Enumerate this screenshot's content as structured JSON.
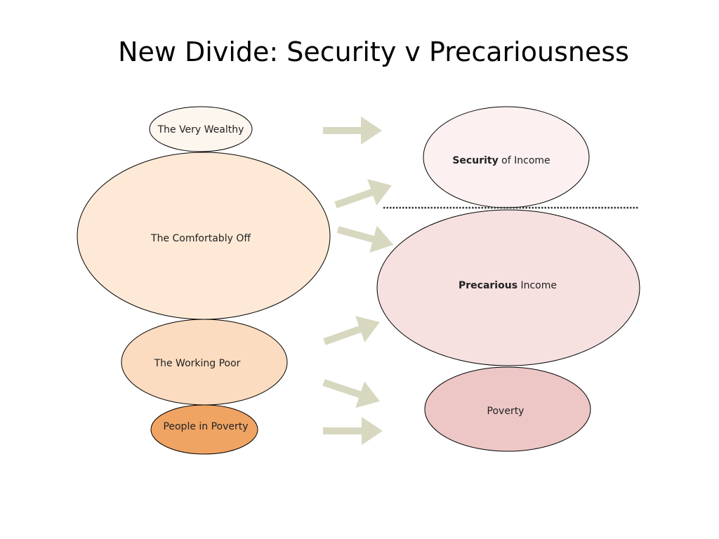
{
  "title": "New Divide: Security v Precariousness",
  "colors": {
    "very_wealthy": "#fdf6ee",
    "comfortably_off": "#fde9d6",
    "working_poor": "#fcdcc0",
    "poverty_left": "#f0a463",
    "security": "#fcf0f0",
    "precarious": "#f6e0e0",
    "poverty_right": "#edc6c6",
    "arrow": "#d8d8c0",
    "divider": "#333333"
  },
  "left_groups": {
    "very_wealthy": "The Very Wealthy",
    "comfortably_off": "The Comfortably Off",
    "working_poor": "The Working Poor",
    "in_poverty": "People in Poverty"
  },
  "right_groups": {
    "security_bold": "Security",
    "security_rest": " of Income",
    "precarious_bold": "Precarious",
    "precarious_rest": " Income",
    "poverty": "Poverty"
  }
}
